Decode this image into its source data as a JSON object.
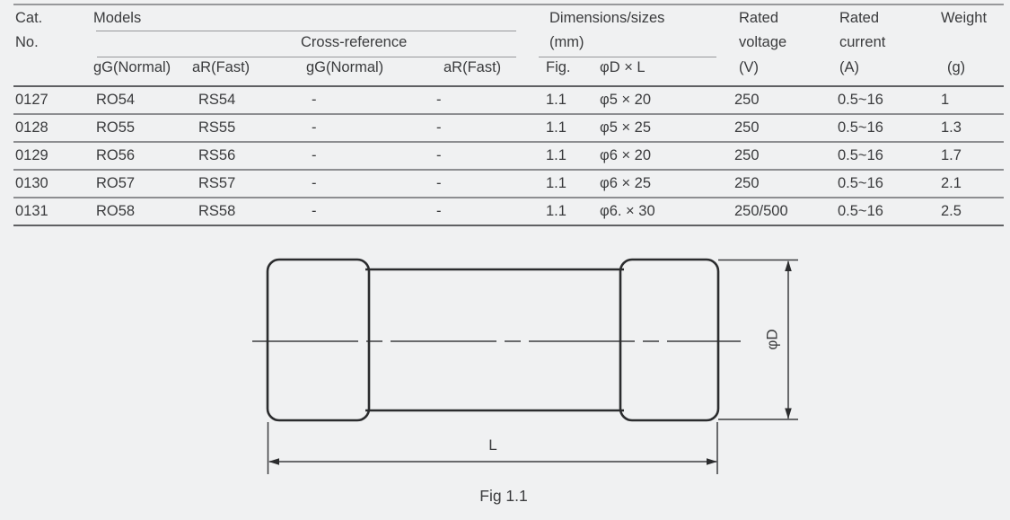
{
  "table": {
    "header": {
      "cat_line1": "Cat.",
      "cat_line2": "No.",
      "group_models": "Models",
      "group_cross_reference": "Cross-reference",
      "group_dimensions_line1": "Dimensions/sizes",
      "group_dimensions_line2": "(mm)",
      "rated_voltage_line1": "Rated",
      "rated_voltage_line2": "voltage",
      "rated_voltage_unit": "(V)",
      "rated_current_line1": "Rated",
      "rated_current_line2": "current",
      "rated_current_unit": "(A)",
      "weight_line1": "Weight",
      "weight_unit": "(g)",
      "sub_models_gg": "gG(Normal)",
      "sub_models_ar": "aR(Fast)",
      "sub_cross_gg": "gG(Normal)",
      "sub_cross_ar": "aR(Fast)",
      "sub_fig": "Fig.",
      "sub_d_x_l": "φD × L"
    },
    "rows": [
      {
        "cat": "0127",
        "model_gg": "RO54",
        "model_ar": "RS54",
        "cross_gg": "-",
        "cross_ar": "-",
        "fig": "1.1",
        "dxl": "φ5 × 20",
        "voltage": "250",
        "current": "0.5~16",
        "weight": "1"
      },
      {
        "cat": "0128",
        "model_gg": "RO55",
        "model_ar": "RS55",
        "cross_gg": "-",
        "cross_ar": "-",
        "fig": "1.1",
        "dxl": "φ5 × 25",
        "voltage": "250",
        "current": "0.5~16",
        "weight": "1.3"
      },
      {
        "cat": "0129",
        "model_gg": "RO56",
        "model_ar": "RS56",
        "cross_gg": "-",
        "cross_ar": "-",
        "fig": "1.1",
        "dxl": "φ6 × 20",
        "voltage": "250",
        "current": "0.5~16",
        "weight": "1.7"
      },
      {
        "cat": "0130",
        "model_gg": "RO57",
        "model_ar": "RS57",
        "cross_gg": "-",
        "cross_ar": "-",
        "fig": "1.1",
        "dxl": "φ6 × 25",
        "voltage": "250",
        "current": "0.5~16",
        "weight": "2.1"
      },
      {
        "cat": "0131",
        "model_gg": "RO58",
        "model_ar": "RS58",
        "cross_gg": "-",
        "cross_ar": "-",
        "fig": "1.1",
        "dxl": "φ6. × 30",
        "voltage": "250/500",
        "current": "0.5~16",
        "weight": "2.5"
      }
    ]
  },
  "figure": {
    "diameter_label": "φD",
    "length_label": "L",
    "caption": "Fig 1.1"
  },
  "colors": {
    "background": "#f0f1f2",
    "text": "#3a3b3d",
    "outline": "#2b2c2e",
    "table_rule": "#8d8e91",
    "table_rule_dark": "#5f6063"
  }
}
